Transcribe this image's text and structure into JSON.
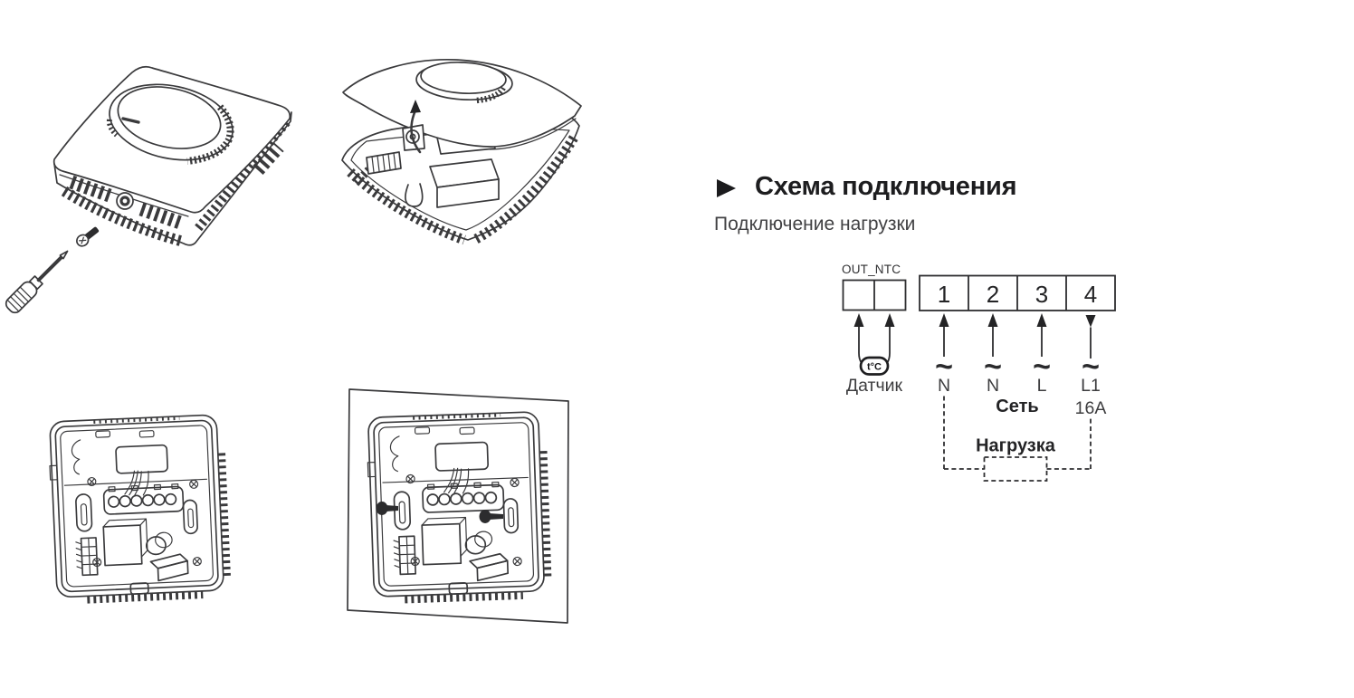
{
  "section": {
    "title": "Схема подключения",
    "subtitle": "Подключение нагрузки"
  },
  "wiring": {
    "connector_label": "OUT_NTC",
    "terminals": [
      "1",
      "2",
      "3",
      "4"
    ],
    "sensor_symbol": "t°C",
    "sensor_label": "Датчик",
    "ac_symbols": [
      "~",
      "~",
      "~",
      "~"
    ],
    "wire_labels": [
      "N",
      "N",
      "L",
      "L1"
    ],
    "mains_label": "Сеть",
    "current_label": "16A",
    "load_label": "Нагрузка"
  },
  "icons": {
    "section_bullet": "triangle-right"
  },
  "colors": {
    "ink": "#2e2e30",
    "line_art": "#3a3a3c",
    "text": "#3d3d3f"
  }
}
